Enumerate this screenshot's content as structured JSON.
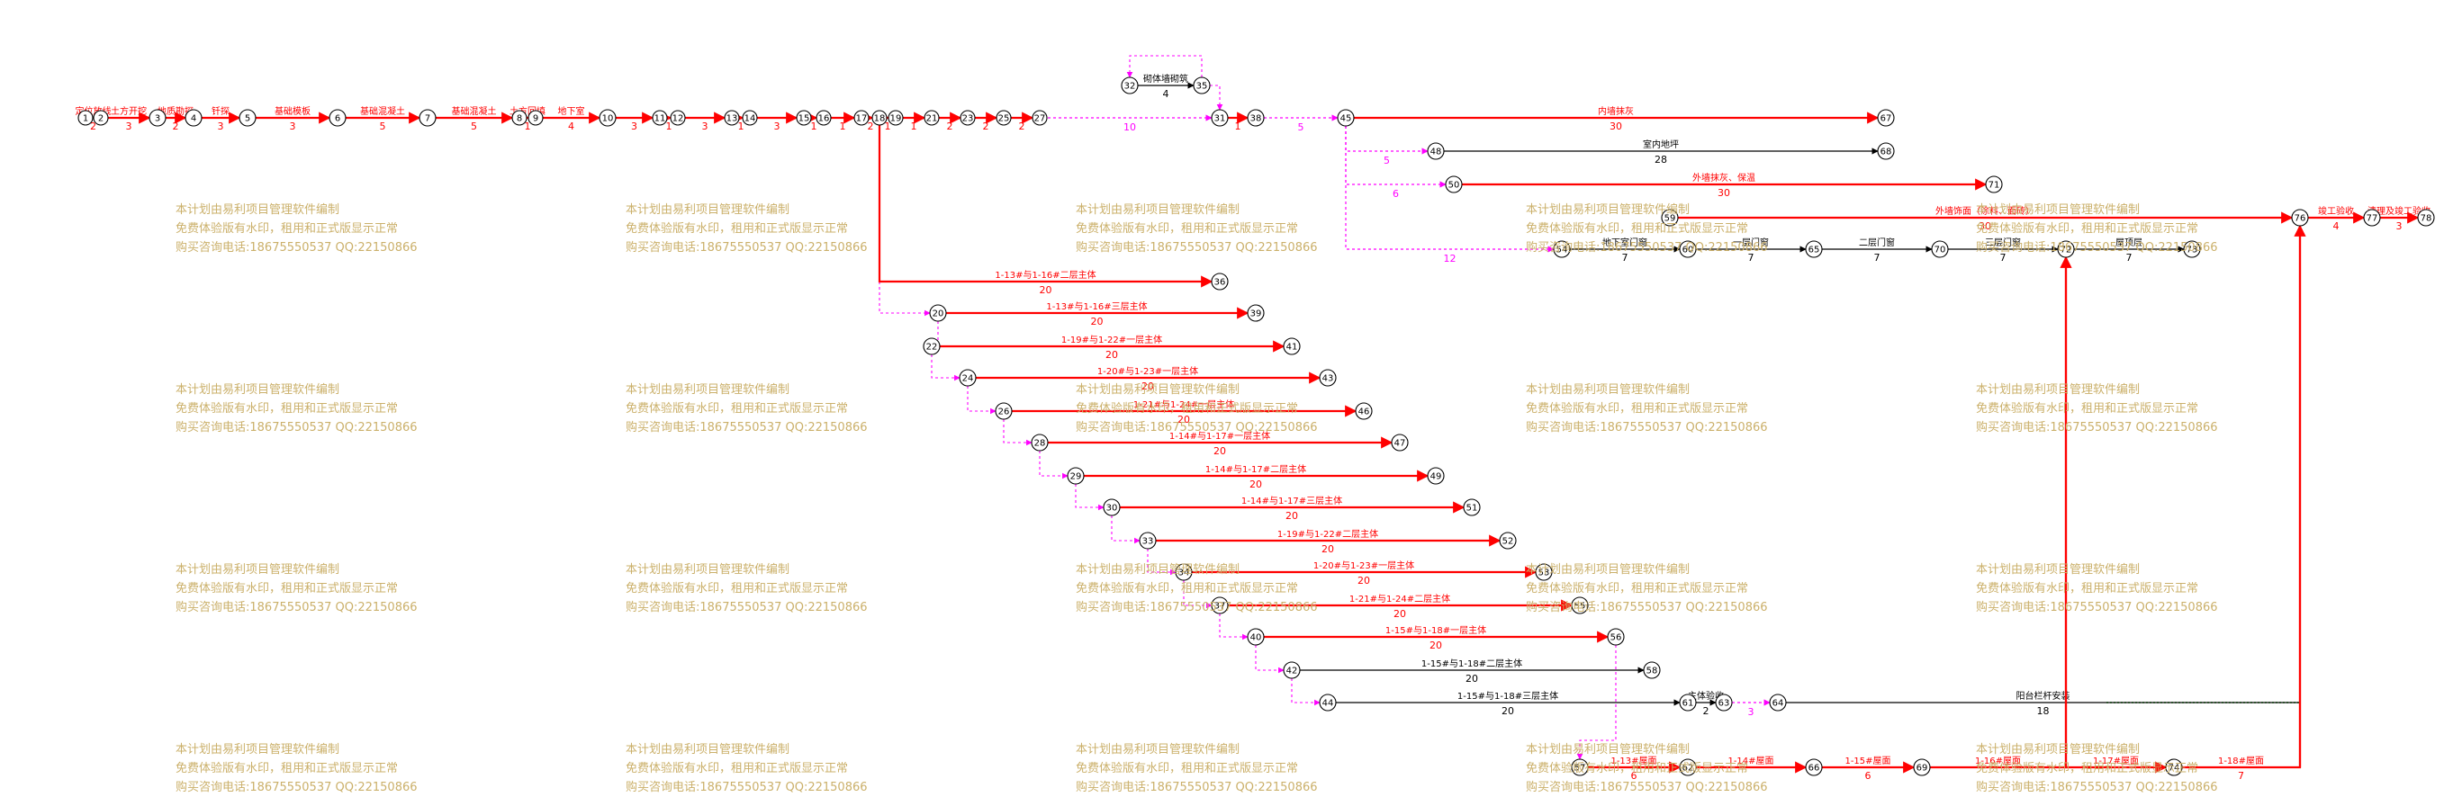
{
  "colors": {
    "critical": "#ff0000",
    "normal": "#000000",
    "virtual": "#ff00ff",
    "float": "#00c000",
    "watermark": "#cbb06a"
  },
  "watermark": {
    "line1": "本计划由易利项目管理软件编制",
    "line2": "免费体验版有水印，租用和正式版显示正常",
    "line3": "购买咨询电话:18675550537 QQ:22150866"
  },
  "chart_data": {
    "type": "network",
    "activities": [
      {
        "from": "1",
        "to": "2",
        "label": "定位放线",
        "duration": "2",
        "critical": true
      },
      {
        "from": "2",
        "to": "3",
        "label": "土方开挖",
        "duration": "3",
        "critical": true
      },
      {
        "from": "3",
        "to": "4",
        "label": "地质勘探",
        "duration": "2",
        "critical": true
      },
      {
        "from": "4",
        "to": "5",
        "label": "钎探",
        "duration": "3",
        "critical": true
      },
      {
        "from": "5",
        "to": "6",
        "label": "基础模板",
        "duration": "3",
        "critical": true
      },
      {
        "from": "6",
        "to": "7",
        "label": "基础混凝土",
        "duration": "5",
        "critical": true
      },
      {
        "from": "7",
        "to": "8",
        "label": "基础混凝土",
        "duration": "5",
        "critical": true
      },
      {
        "from": "8",
        "to": "9",
        "label": "土方回填",
        "duration": "1",
        "critical": true
      },
      {
        "from": "9",
        "to": "10",
        "label": "地下室",
        "duration": "4",
        "critical": true
      },
      {
        "from": "10",
        "to": "11",
        "label": "",
        "duration": "3",
        "critical": true
      },
      {
        "from": "11",
        "to": "12",
        "label": "",
        "duration": "1",
        "critical": true
      },
      {
        "from": "12",
        "to": "13",
        "label": "",
        "duration": "3",
        "critical": true
      },
      {
        "from": "13",
        "to": "14",
        "label": "",
        "duration": "1",
        "critical": true
      },
      {
        "from": "14",
        "to": "15",
        "label": "",
        "duration": "3",
        "critical": true
      },
      {
        "from": "15",
        "to": "16",
        "label": "",
        "duration": "1",
        "critical": true
      },
      {
        "from": "16",
        "to": "17",
        "label": "",
        "duration": "1",
        "critical": true
      },
      {
        "from": "17",
        "to": "18",
        "label": "",
        "duration": "2",
        "critical": true
      },
      {
        "from": "18",
        "to": "19",
        "label": "",
        "duration": "1",
        "critical": true
      },
      {
        "from": "19",
        "to": "21",
        "label": "",
        "duration": "1",
        "critical": true
      },
      {
        "from": "21",
        "to": "23",
        "label": "",
        "duration": "2",
        "critical": true
      },
      {
        "from": "23",
        "to": "25",
        "label": "",
        "duration": "2",
        "critical": true
      },
      {
        "from": "25",
        "to": "27",
        "label": "",
        "duration": "2",
        "critical": true
      },
      {
        "from": "31",
        "to": "38",
        "label": "",
        "duration": "1",
        "critical": true
      },
      {
        "from": "32",
        "to": "35",
        "label": "砌体墙砌筑",
        "duration": "4",
        "critical": false
      },
      {
        "from": "45",
        "to": "67",
        "label": "内墙抹灰",
        "duration": "30",
        "critical": true
      },
      {
        "from": "48",
        "to": "68",
        "label": "室内地坪",
        "duration": "28",
        "critical": false
      },
      {
        "from": "50",
        "to": "71",
        "label": "外墙抹灰、保温",
        "duration": "30",
        "critical": true
      },
      {
        "from": "59",
        "to": "76",
        "label": "外墙饰面（涂料、面砖）",
        "duration": "30",
        "critical": true
      },
      {
        "from": "54",
        "to": "60",
        "label": "地下室门窗",
        "duration": "7",
        "critical": false
      },
      {
        "from": "60",
        "to": "65",
        "label": "一层门窗",
        "duration": "7",
        "critical": false
      },
      {
        "from": "65",
        "to": "70",
        "label": "二层门窗",
        "duration": "7",
        "critical": false
      },
      {
        "from": "70",
        "to": "72",
        "label": "三层门窗",
        "duration": "7",
        "critical": false
      },
      {
        "from": "72",
        "to": "73",
        "label": "屋顶层",
        "duration": "7",
        "critical": false
      },
      {
        "from": "76",
        "to": "77",
        "label": "竣工验收",
        "duration": "4",
        "critical": true
      },
      {
        "from": "77",
        "to": "78",
        "label": "清理及竣工验收",
        "duration": "3",
        "critical": true
      },
      {
        "from": "18",
        "to": "36",
        "label": "1-13#与1-16#二层主体",
        "duration": "20",
        "critical": true
      },
      {
        "from": "20",
        "to": "39",
        "label": "1-13#与1-16#三层主体",
        "duration": "20",
        "critical": true
      },
      {
        "from": "22",
        "to": "41",
        "label": "1-19#与1-22#一层主体",
        "duration": "20",
        "critical": true
      },
      {
        "from": "24",
        "to": "43",
        "label": "1-20#与1-23#一层主体",
        "duration": "20",
        "critical": true
      },
      {
        "from": "26",
        "to": "46",
        "label": "1-21#与1-24#一层主体",
        "duration": "20",
        "critical": true
      },
      {
        "from": "28",
        "to": "47",
        "label": "1-14#与1-17#一层主体",
        "duration": "20",
        "critical": true
      },
      {
        "from": "29",
        "to": "49",
        "label": "1-14#与1-17#二层主体",
        "duration": "20",
        "critical": true
      },
      {
        "from": "30",
        "to": "51",
        "label": "1-14#与1-17#三层主体",
        "duration": "20",
        "critical": true
      },
      {
        "from": "33",
        "to": "52",
        "label": "1-19#与1-22#二层主体",
        "duration": "20",
        "critical": true
      },
      {
        "from": "34",
        "to": "53",
        "label": "1-20#与1-23#一层主体",
        "duration": "20",
        "critical": true
      },
      {
        "from": "37",
        "to": "55",
        "label": "1-21#与1-24#二层主体",
        "duration": "20",
        "critical": true
      },
      {
        "from": "40",
        "to": "56",
        "label": "1-15#与1-18#一层主体",
        "duration": "20",
        "critical": true
      },
      {
        "from": "42",
        "to": "58",
        "label": "1-15#与1-18#二层主体",
        "duration": "20",
        "critical": false
      },
      {
        "from": "44",
        "to": "61",
        "label": "1-15#与1-18#三层主体",
        "duration": "20",
        "critical": false
      },
      {
        "from": "61",
        "to": "63",
        "label": "主体验收",
        "duration": "2",
        "critical": false
      },
      {
        "from": "64",
        "to": "76",
        "label": "阳台栏杆安装",
        "duration": "18",
        "critical": false
      },
      {
        "from": "57",
        "to": "62",
        "label": "1-13#屋面",
        "duration": "6",
        "critical": true
      },
      {
        "from": "62",
        "to": "66",
        "label": "1-14#屋面",
        "duration": "",
        "critical": true
      },
      {
        "from": "66",
        "to": "69",
        "label": "1-15#屋面",
        "duration": "6",
        "critical": true
      },
      {
        "from": "69",
        "to": "72",
        "label": "1-16#屋面",
        "duration": "",
        "critical": true
      },
      {
        "from": "72",
        "to": "74",
        "label": "1-17#屋面",
        "duration": "",
        "critical": true
      },
      {
        "from": "74",
        "to": "76",
        "label": "1-18#屋面",
        "duration": "7",
        "critical": true
      }
    ],
    "virtual_links": [
      {
        "from": "27",
        "to": "31",
        "duration": "10"
      },
      {
        "from": "38",
        "to": "45",
        "duration": "5"
      },
      {
        "from": "45",
        "to": "48",
        "duration": "5"
      },
      {
        "from": "45",
        "to": "50",
        "duration": "6"
      },
      {
        "from": "45",
        "to": "54",
        "duration": "12"
      },
      {
        "from": "63",
        "to": "64",
        "duration": "3"
      }
    ]
  }
}
